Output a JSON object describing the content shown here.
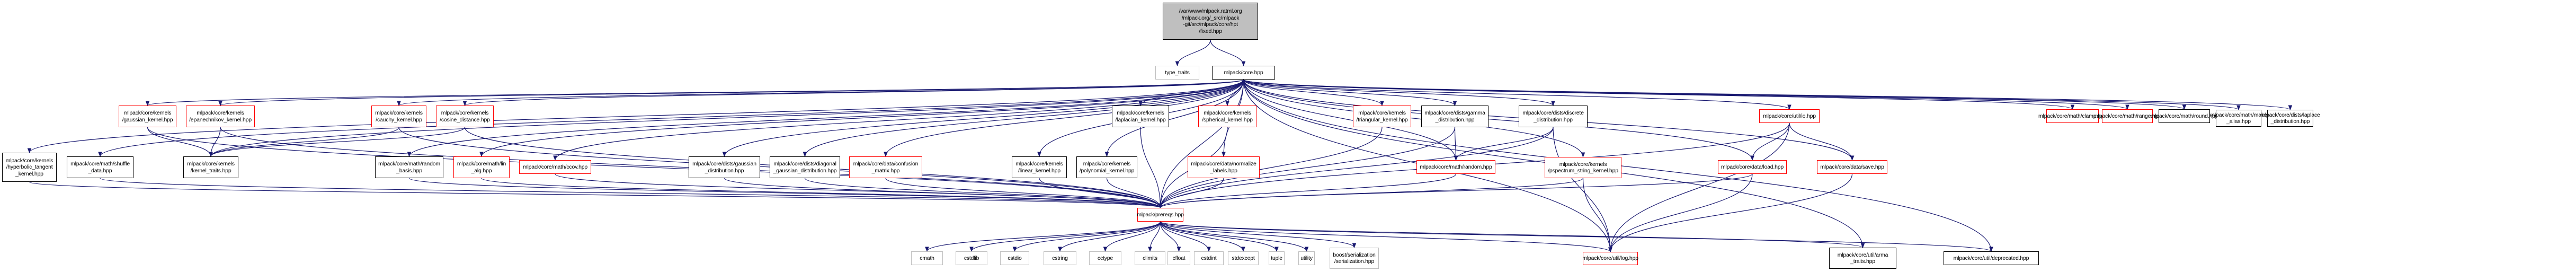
{
  "title": "Include dependency graph for fixed.hpp",
  "colors": {
    "edge": "#191970",
    "red_border": "#ff0000",
    "grey_border": "#bfbfbf",
    "root_fill": "#bfbfbf"
  },
  "nodes": [
    {
      "id": "root",
      "label": "/var/www/mlpack.ratml.org\n/mlpack.org/_src/mlpack\n-git/src/mlpack/core/hpt\n/fixed.hpp",
      "style": "root"
    },
    {
      "id": "type_traits",
      "label": "type_traits",
      "style": "grey"
    },
    {
      "id": "core",
      "label": "mlpack/core.hpp",
      "style": "black"
    },
    {
      "id": "gaussian_kernel",
      "label": "mlpack/core/kernels\n/gaussian_kernel.hpp",
      "style": "red"
    },
    {
      "id": "epanechnikov",
      "label": "mlpack/core/kernels\n/epanechnikov_kernel.hpp",
      "style": "red"
    },
    {
      "id": "cauchy",
      "label": "mlpack/core/kernels\n/cauchy_kernel.hpp",
      "style": "red"
    },
    {
      "id": "cosine",
      "label": "mlpack/core/kernels\n/cosine_distance.hpp",
      "style": "red"
    },
    {
      "id": "laplacian",
      "label": "mlpack/core/kernels\n/laplacian_kernel.hpp",
      "style": "black"
    },
    {
      "id": "spherical",
      "label": "mlpack/core/kernels\n/spherical_kernel.hpp",
      "style": "red"
    },
    {
      "id": "triangular",
      "label": "mlpack/core/kernels\n/triangular_kernel.hpp",
      "style": "red"
    },
    {
      "id": "gamma",
      "label": "mlpack/core/dists/gamma\n_distribution.hpp",
      "style": "black"
    },
    {
      "id": "discrete",
      "label": "mlpack/core/dists/discrete\n_distribution.hpp",
      "style": "black"
    },
    {
      "id": "io",
      "label": "mlpack/core/util/io.hpp",
      "style": "red"
    },
    {
      "id": "clamp",
      "label": "mlpack/core/math/clamp.hpp",
      "style": "red"
    },
    {
      "id": "range",
      "label": "mlpack/core/math/range.hpp",
      "style": "red"
    },
    {
      "id": "round",
      "label": "mlpack/core/math/round.hpp",
      "style": "black"
    },
    {
      "id": "make_alias",
      "label": "mlpack/core/math/make\n_alias.hpp",
      "style": "black"
    },
    {
      "id": "laplace",
      "label": "mlpack/core/dists/laplace\n_distribution.hpp",
      "style": "black"
    },
    {
      "id": "hyperbolic",
      "label": "mlpack/core/kernels\n/hyperbolic_tangent\n_kernel.hpp",
      "style": "black"
    },
    {
      "id": "shuffle",
      "label": "mlpack/core/math/shuffle\n_data.hpp",
      "style": "black"
    },
    {
      "id": "kernel_traits",
      "label": "mlpack/core/kernels\n/kernel_traits.hpp",
      "style": "black"
    },
    {
      "id": "random_basis",
      "label": "mlpack/core/math/random\n_basis.hpp",
      "style": "black"
    },
    {
      "id": "lin_alg",
      "label": "mlpack/core/math/lin\n_alg.hpp",
      "style": "red"
    },
    {
      "id": "ccov",
      "label": "mlpack/core/math/ccov.hpp",
      "style": "red"
    },
    {
      "id": "gaussian_dist",
      "label": "mlpack/core/dists/gaussian\n_distribution.hpp",
      "style": "black"
    },
    {
      "id": "diag_gaussian",
      "label": "mlpack/core/dists/diagonal\n_gaussian_distribution.hpp",
      "style": "black"
    },
    {
      "id": "confusion",
      "label": "mlpack/core/data/confusion\n_matrix.hpp",
      "style": "red"
    },
    {
      "id": "linear",
      "label": "mlpack/core/kernels\n/linear_kernel.hpp",
      "style": "black"
    },
    {
      "id": "polynomial",
      "label": "mlpack/core/kernels\n/polynomial_kernel.hpp",
      "style": "black"
    },
    {
      "id": "normalize",
      "label": "mlpack/core/data/normalize\n_labels.hpp",
      "style": "red"
    },
    {
      "id": "random",
      "label": "mlpack/core/math/random.hpp",
      "style": "red"
    },
    {
      "id": "pspectrum",
      "label": "mlpack/core/kernels\n/pspectrum_string_kernel.hpp",
      "style": "red"
    },
    {
      "id": "load",
      "label": "mlpack/core/data/load.hpp",
      "style": "red"
    },
    {
      "id": "save",
      "label": "mlpack/core/data/save.hpp",
      "style": "red"
    },
    {
      "id": "prereqs",
      "label": "mlpack/prereqs.hpp",
      "style": "red"
    },
    {
      "id": "log",
      "label": "mlpack/core/util/log.hpp",
      "style": "red"
    },
    {
      "id": "arma_traits",
      "label": "mlpack/core/util/arma\n_traits.hpp",
      "style": "black"
    },
    {
      "id": "deprecated",
      "label": "mlpack/core/util/deprecated.hpp",
      "style": "black"
    },
    {
      "id": "cmath",
      "label": "cmath",
      "style": "grey"
    },
    {
      "id": "cstdlib",
      "label": "cstdlib",
      "style": "grey"
    },
    {
      "id": "cstdio",
      "label": "cstdio",
      "style": "grey"
    },
    {
      "id": "cstring",
      "label": "cstring",
      "style": "grey"
    },
    {
      "id": "cctype",
      "label": "cctype",
      "style": "grey"
    },
    {
      "id": "climits",
      "label": "climits",
      "style": "grey"
    },
    {
      "id": "cfloat",
      "label": "cfloat",
      "style": "grey"
    },
    {
      "id": "cstdint",
      "label": "cstdint",
      "style": "grey"
    },
    {
      "id": "stdexcept",
      "label": "stdexcept",
      "style": "grey"
    },
    {
      "id": "tuple",
      "label": "tuple",
      "style": "grey"
    },
    {
      "id": "utility",
      "label": "utility",
      "style": "grey"
    },
    {
      "id": "serialization",
      "label": "boost/serialization\n/serialization.hpp",
      "style": "grey"
    }
  ],
  "edges": [
    [
      "root",
      "type_traits"
    ],
    [
      "root",
      "core"
    ],
    [
      "core",
      "gaussian_kernel"
    ],
    [
      "core",
      "epanechnikov"
    ],
    [
      "core",
      "cauchy"
    ],
    [
      "core",
      "cosine"
    ],
    [
      "core",
      "laplacian"
    ],
    [
      "core",
      "spherical"
    ],
    [
      "core",
      "triangular"
    ],
    [
      "core",
      "gamma"
    ],
    [
      "core",
      "discrete"
    ],
    [
      "core",
      "io"
    ],
    [
      "core",
      "clamp"
    ],
    [
      "core",
      "range"
    ],
    [
      "core",
      "round"
    ],
    [
      "core",
      "make_alias"
    ],
    [
      "core",
      "laplace"
    ],
    [
      "core",
      "hyperbolic"
    ],
    [
      "core",
      "shuffle"
    ],
    [
      "core",
      "kernel_traits"
    ],
    [
      "core",
      "random_basis"
    ],
    [
      "core",
      "lin_alg"
    ],
    [
      "core",
      "ccov"
    ],
    [
      "core",
      "gaussian_dist"
    ],
    [
      "core",
      "diag_gaussian"
    ],
    [
      "core",
      "confusion"
    ],
    [
      "core",
      "linear"
    ],
    [
      "core",
      "polynomial"
    ],
    [
      "core",
      "normalize"
    ],
    [
      "core",
      "random"
    ],
    [
      "core",
      "pspectrum"
    ],
    [
      "core",
      "load"
    ],
    [
      "core",
      "save"
    ],
    [
      "core",
      "prereqs"
    ],
    [
      "core",
      "log"
    ],
    [
      "core",
      "arma_traits"
    ],
    [
      "core",
      "deprecated"
    ],
    [
      "gaussian_kernel",
      "kernel_traits"
    ],
    [
      "gaussian_kernel",
      "prereqs"
    ],
    [
      "epanechnikov",
      "kernel_traits"
    ],
    [
      "epanechnikov",
      "prereqs"
    ],
    [
      "cauchy",
      "kernel_traits"
    ],
    [
      "cauchy",
      "prereqs"
    ],
    [
      "cosine",
      "kernel_traits"
    ],
    [
      "cosine",
      "prereqs"
    ],
    [
      "laplacian",
      "prereqs"
    ],
    [
      "spherical",
      "prereqs"
    ],
    [
      "triangular",
      "prereqs"
    ],
    [
      "gamma",
      "random"
    ],
    [
      "gamma",
      "prereqs"
    ],
    [
      "discrete",
      "random"
    ],
    [
      "discrete",
      "prereqs"
    ],
    [
      "discrete",
      "log"
    ],
    [
      "io",
      "load"
    ],
    [
      "io",
      "save"
    ],
    [
      "io",
      "prereqs"
    ],
    [
      "io",
      "log"
    ],
    [
      "hyperbolic",
      "prereqs"
    ],
    [
      "shuffle",
      "prereqs"
    ],
    [
      "random_basis",
      "prereqs"
    ],
    [
      "lin_alg",
      "prereqs"
    ],
    [
      "ccov",
      "prereqs"
    ],
    [
      "gaussian_dist",
      "prereqs"
    ],
    [
      "diag_gaussian",
      "prereqs"
    ],
    [
      "confusion",
      "prereqs"
    ],
    [
      "linear",
      "prereqs"
    ],
    [
      "polynomial",
      "prereqs"
    ],
    [
      "normalize",
      "prereqs"
    ],
    [
      "random",
      "prereqs"
    ],
    [
      "pspectrum",
      "prereqs"
    ],
    [
      "pspectrum",
      "log"
    ],
    [
      "load",
      "prereqs"
    ],
    [
      "load",
      "log"
    ],
    [
      "save",
      "log"
    ],
    [
      "prereqs",
      "cmath"
    ],
    [
      "prereqs",
      "cstdlib"
    ],
    [
      "prereqs",
      "cstdio"
    ],
    [
      "prereqs",
      "cstring"
    ],
    [
      "prereqs",
      "cctype"
    ],
    [
      "prereqs",
      "climits"
    ],
    [
      "prereqs",
      "cfloat"
    ],
    [
      "prereqs",
      "cstdint"
    ],
    [
      "prereqs",
      "stdexcept"
    ],
    [
      "prereqs",
      "tuple"
    ],
    [
      "prereqs",
      "utility"
    ],
    [
      "prereqs",
      "serialization"
    ],
    [
      "prereqs",
      "log"
    ],
    [
      "prereqs",
      "arma_traits"
    ],
    [
      "prereqs",
      "deprecated"
    ]
  ]
}
